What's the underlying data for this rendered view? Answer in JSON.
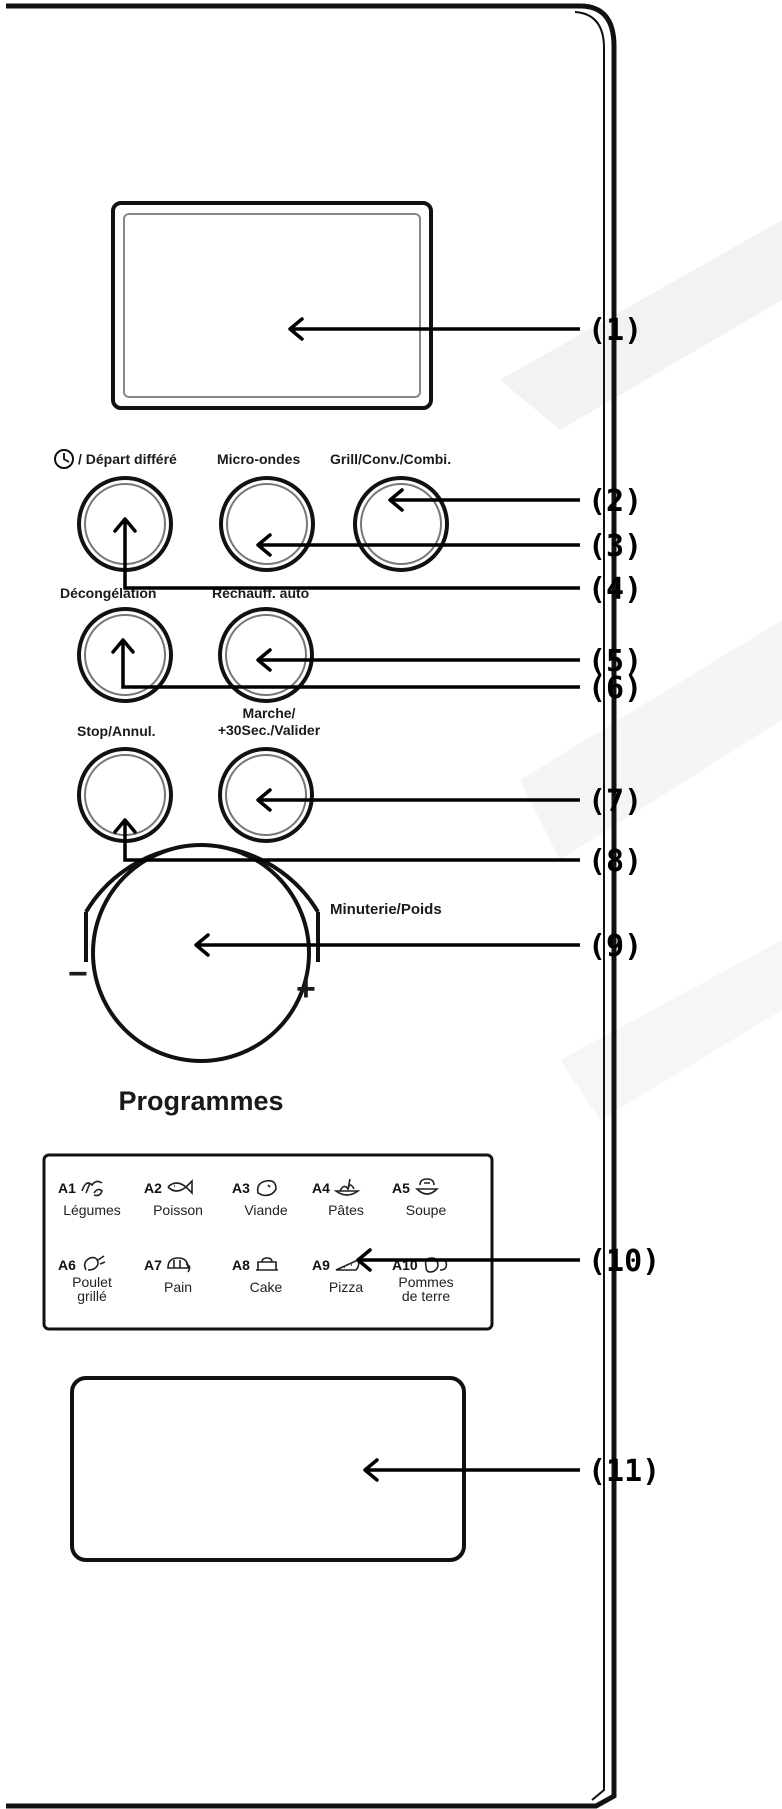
{
  "buttons": {
    "clock": {
      "label": "/ Départ différé"
    },
    "microwave": {
      "label": "Micro-ondes"
    },
    "grill": {
      "label": "Grill/Conv./Combi."
    },
    "defrost": {
      "label": "Décongélation"
    },
    "reheat": {
      "label": "Réchauff. auto"
    },
    "stop": {
      "label": "Stop/Annul."
    },
    "start": {
      "label_line1": "Marche/",
      "label_line2": "+30Sec./Valider"
    }
  },
  "knob": {
    "label": "Minuterie/Poids",
    "minus": "−",
    "plus": "+",
    "title": "Programmes"
  },
  "programs": [
    {
      "code": "A1",
      "name": "Légumes",
      "icon": "vegetables-icon"
    },
    {
      "code": "A2",
      "name": "Poisson",
      "icon": "fish-icon"
    },
    {
      "code": "A3",
      "name": "Viande",
      "icon": "meat-icon"
    },
    {
      "code": "A4",
      "name": "Pâtes",
      "icon": "pasta-icon"
    },
    {
      "code": "A5",
      "name": "Soupe",
      "icon": "soup-icon"
    },
    {
      "code": "A6",
      "name_line1": "Poulet",
      "name_line2": "grillé",
      "icon": "chicken-icon"
    },
    {
      "code": "A7",
      "name": "Pain",
      "icon": "bread-icon"
    },
    {
      "code": "A8",
      "name": "Cake",
      "icon": "cake-icon"
    },
    {
      "code": "A9",
      "name": "Pizza",
      "icon": "pizza-icon"
    },
    {
      "code": "A10",
      "name_line1": "Pommes",
      "name_line2": "de terre",
      "icon": "potato-icon"
    }
  ],
  "callouts": [
    "(1)",
    "(2)",
    "(3)",
    "(4)",
    "(5)",
    "(6)",
    "(7)",
    "(8)",
    "(9)",
    "(10)",
    "(11)"
  ],
  "colors": {
    "outline": "#111111",
    "background": "#ffffff",
    "watermark": "#e6e6e6"
  }
}
